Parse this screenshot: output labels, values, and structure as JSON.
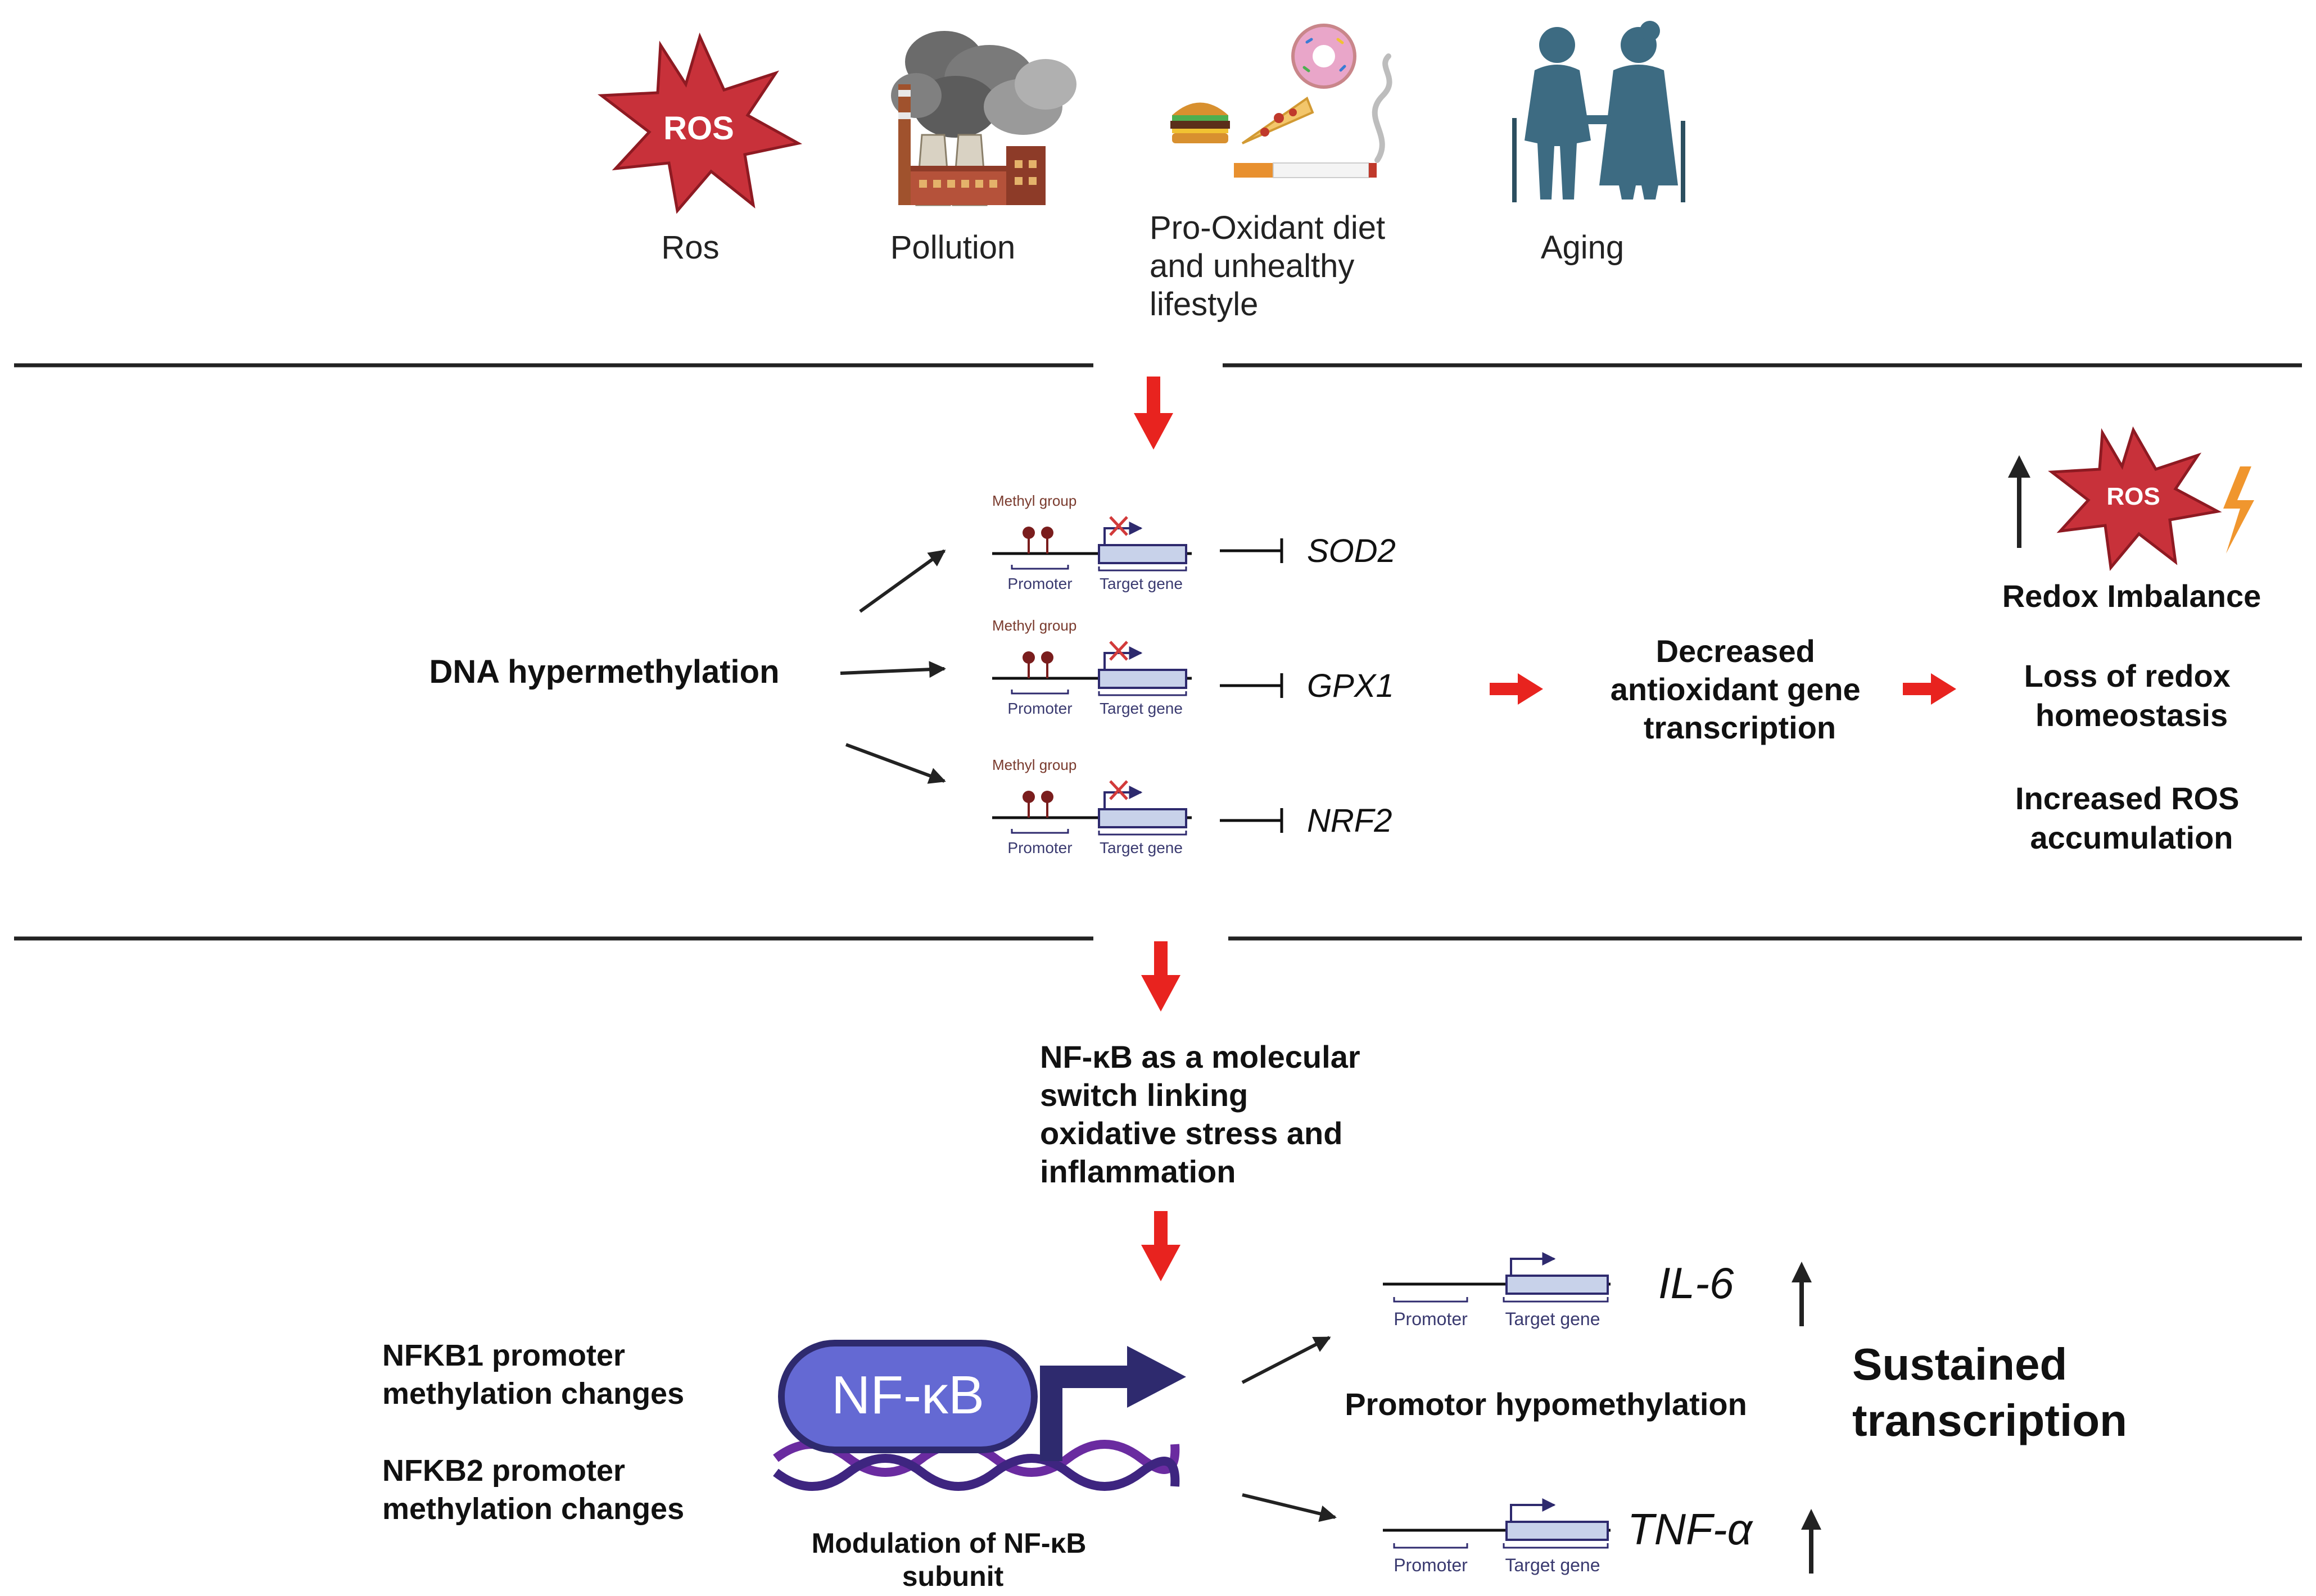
{
  "triggers": {
    "ros_badge": "ROS",
    "ros_label": "Ros",
    "pollution_label": "Pollution",
    "diet_label": [
      "Pro-Oxidant diet",
      "and unhealthy",
      "lifestyle"
    ],
    "aging_label": "Aging"
  },
  "methylation": {
    "source_label": "DNA hypermethylation",
    "genes": [
      "SOD2",
      "GPX1",
      "NRF2"
    ],
    "methyl_label": "Methyl group",
    "promoter_label": "Promoter",
    "target_label": "Target gene",
    "decreased_label": [
      "Decreased",
      "antioxidant gene",
      "transcription"
    ],
    "outcome_ros_badge": "ROS",
    "outcomes": {
      "redox_imbalance": "Redox Imbalance",
      "loss_homeostasis": [
        "Loss of redox",
        "homeostasis"
      ],
      "increased_ros": [
        "Increased ROS",
        "accumulation"
      ]
    }
  },
  "nfkb": {
    "switch_label": [
      "NF-κB as a molecular",
      "switch linking",
      "oxidative stress and",
      "inflammation"
    ],
    "nfkb1_label": [
      "NFKB1 promoter",
      "methylation changes"
    ],
    "nfkb2_label": [
      "NFKB2 promoter",
      "methylation changes"
    ],
    "complex_label": "NF-κB",
    "modulation_label": [
      "Modulation of NF-κB",
      "subunit"
    ],
    "hypomethylation_label": "Promotor hypomethylation",
    "targets": [
      "IL-6",
      "TNF-α"
    ],
    "promoter_label": "Promoter",
    "target_label": "Target gene",
    "sustained_label": [
      "Sustained",
      "transcription"
    ]
  },
  "colors": {
    "ros_red": "#c8313a",
    "arrow_red": "#e8231f",
    "figure_blue": "#3d6b82",
    "nfkb_fill": "#6469d3",
    "nfkb_dark": "#2e2a6e",
    "dna_purple": "#6a2ba0",
    "gene_box": "#c8d2ea",
    "methyl_dot": "#7a1d1d"
  }
}
